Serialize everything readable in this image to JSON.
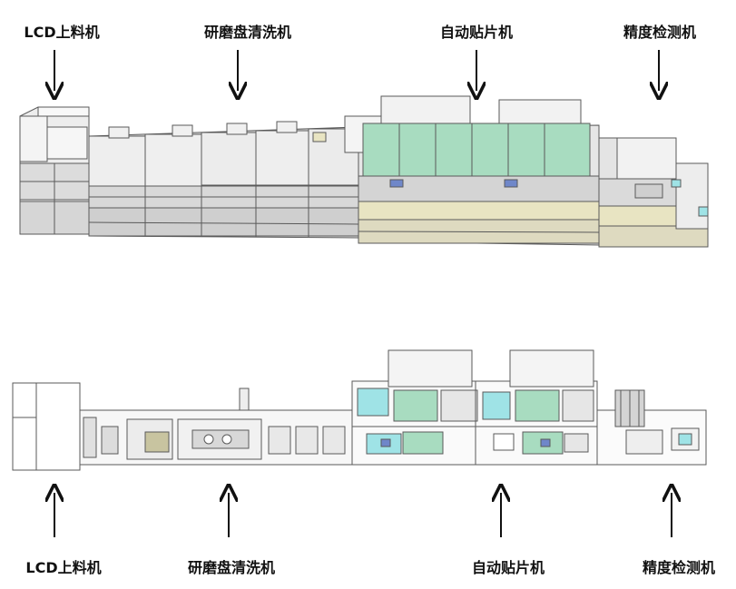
{
  "top_labels": [
    {
      "key": "lcd-loader",
      "text": "LCD上料机"
    },
    {
      "key": "grinding-cleaner",
      "text": "研磨盘清洗机"
    },
    {
      "key": "auto-mounter",
      "text": "自动贴片机"
    },
    {
      "key": "precision-inspector",
      "text": "精度检测机"
    }
  ],
  "bottom_labels": [
    {
      "key": "lcd-loader",
      "text": "LCD上料机"
    },
    {
      "key": "grinding-cleaner",
      "text": "研磨盘清洗机"
    },
    {
      "key": "auto-mounter",
      "text": "自动贴片机"
    },
    {
      "key": "precision-inspector",
      "text": "精度检测机"
    }
  ],
  "colors": {
    "frame": "#5a5a5a",
    "panel": "#e9e9e9",
    "light": "#f7f7f7",
    "cream": "#e8e4c2",
    "green": "#a8dcc0",
    "cyan": "#9fe3e6",
    "blue": "#6f87c9",
    "dark": "#444444"
  }
}
